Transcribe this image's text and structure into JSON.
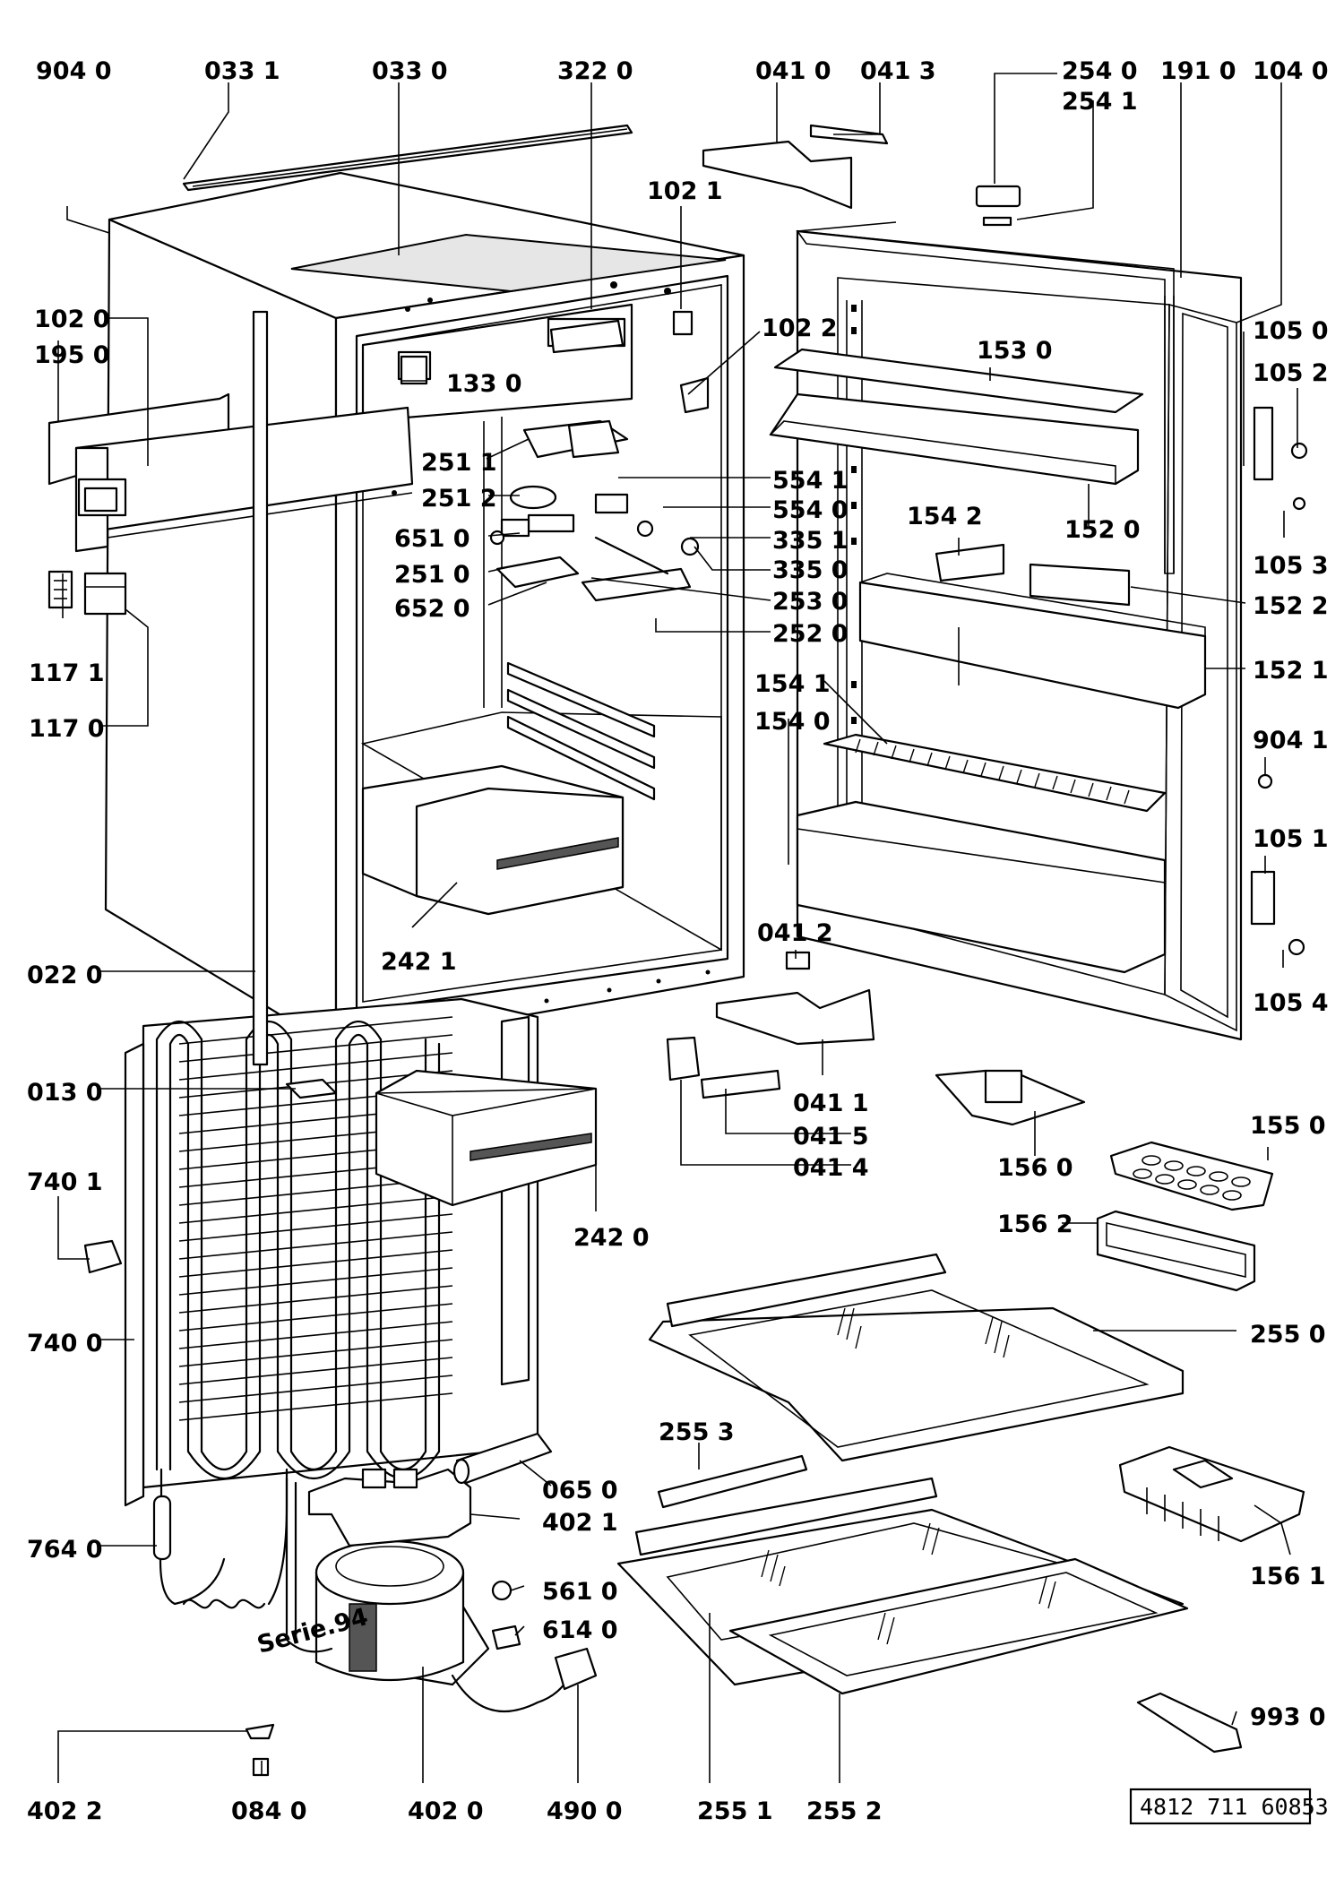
{
  "labels": {
    "l9040": "904 0",
    "l0331": "033 1",
    "l0330": "033 0",
    "l3220": "322 0",
    "l0410": "041 0",
    "l0413": "041 3",
    "l2540": "254 0",
    "l2541": "254 1",
    "l1910": "191 0",
    "l1040": "104 0",
    "l1021": "102 1",
    "l1022": "102 2",
    "l1020": "102 0",
    "l1950": "195 0",
    "l1330": "133 0",
    "l1530": "153 0",
    "l1050": "105 0",
    "l1052": "105 2",
    "l2511": "251 1",
    "l5541": "554 1",
    "l2512": "251 2",
    "l5540": "554 0",
    "l1520": "152 0",
    "l6510": "651 0",
    "l3351": "335 1",
    "l1542": "154 2",
    "l1053": "105 3",
    "l2510": "251 0",
    "l3350": "335 0",
    "l2530": "253 0",
    "l1522": "152 2",
    "l6520": "652 0",
    "l2520": "252 0",
    "l1171": "117 1",
    "l1521": "152 1",
    "l1541": "154 1",
    "l1170": "117 0",
    "l1540": "154 0",
    "l9041": "904 1",
    "l1051": "105 1",
    "l2421": "242 1",
    "l0412": "041 2",
    "l0220": "022 0",
    "l1054": "105 4",
    "l0130": "013 0",
    "l0411": "041 1",
    "l0415": "041 5",
    "l0414": "041 4",
    "l1560": "156 0",
    "l1550": "155 0",
    "l7401": "740 1",
    "l2420": "242 0",
    "l1562": "156 2",
    "l7400": "740 0",
    "l2550": "255 0",
    "l2553": "255 3",
    "l0650": "065 0",
    "l4021": "402 1",
    "l7640": "764 0",
    "l5610": "561 0",
    "l6140": "614 0",
    "l1561": "156 1",
    "l9930": "993 0",
    "l4022": "402 2",
    "l0840": "084 0",
    "l4020": "402 0",
    "l4900": "490 0",
    "l2551": "255 1",
    "l2552": "255 2"
  },
  "reference_number": "4812 711 60853",
  "compressor_marking": "Serie.94"
}
